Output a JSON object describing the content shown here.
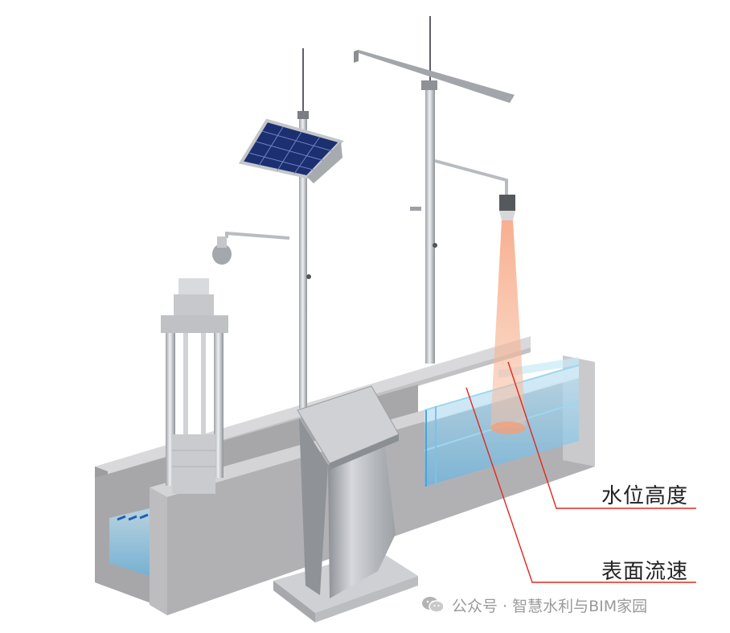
{
  "labels": {
    "water_level": "水位高度",
    "surface_velocity": "表面流速"
  },
  "watermark": {
    "text": "公众号 · 智慧水利与BIM家园",
    "icon": "wechat-icon"
  },
  "colors": {
    "callout_line": "#e0281e",
    "radar_beam": "#f08a60",
    "water": "#8fd0f0",
    "concrete": "#b6b6b8",
    "solar_panel": "#1c2f70"
  }
}
